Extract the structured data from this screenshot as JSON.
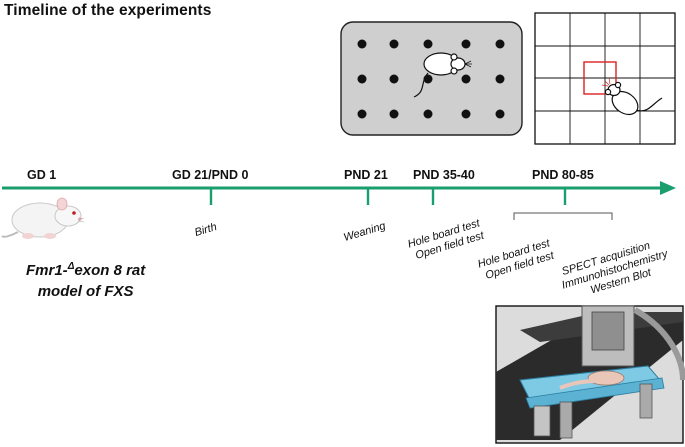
{
  "title": "Timeline of the experiments",
  "timeline": {
    "color": "#1a9e6e",
    "stages": [
      {
        "label": "GD 1"
      },
      {
        "label": "GD 21/PND 0"
      },
      {
        "label": "PND 21"
      },
      {
        "label": "PND 35-40"
      },
      {
        "label": "PND 80-85"
      }
    ],
    "events": [
      {
        "lines": [
          "Birth"
        ]
      },
      {
        "lines": [
          "Weaning"
        ]
      },
      {
        "lines": [
          "Hole board test",
          "Open field test"
        ]
      },
      {
        "lines": [
          "Hole board test",
          "Open field test"
        ]
      },
      {
        "lines": [
          "SPECT acquisition",
          "Immunohistochemistry",
          "Western Blot"
        ]
      }
    ]
  },
  "model": {
    "line1_prefix": "Fmr1-",
    "line1_superscript": "Δ",
    "line1_suffix": "exon 8 rat",
    "line2": "model of  FXS"
  },
  "illustrations": {
    "hole_board": "hole-board-with-rat-icon",
    "open_field": "open-field-grid-with-rat-icon",
    "rat": "white-rat-icon",
    "spect": "spect-scanner-icon"
  }
}
